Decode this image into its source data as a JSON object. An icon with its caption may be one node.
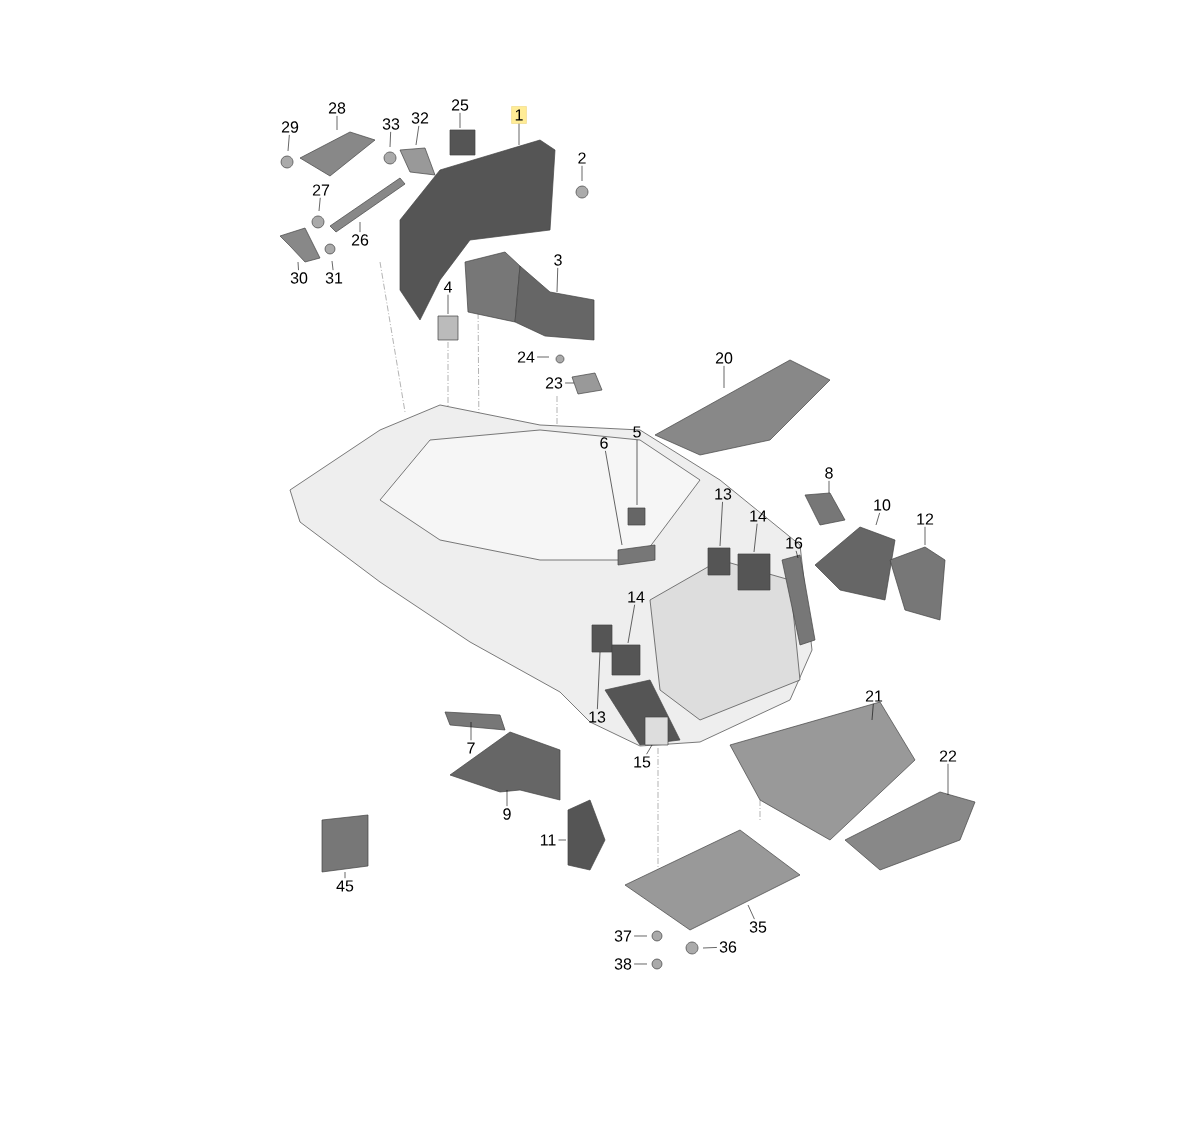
{
  "diagram": {
    "nodes": [
      {
        "text": [
          "1"
        ]
      },
      {
        "text": [
          "2"
        ]
      },
      {
        "text": [
          "3"
        ]
      },
      {
        "text": [
          "4"
        ]
      },
      {
        "text": [
          "5"
        ]
      },
      {
        "text": [
          "6"
        ]
      },
      {
        "text": [
          "7"
        ]
      },
      {
        "text": [
          "8"
        ]
      },
      {
        "text": [
          "9"
        ]
      },
      {
        "text": [
          "10"
        ]
      },
      {
        "text": [
          "11"
        ]
      },
      {
        "text": [
          "12"
        ]
      },
      {
        "text": [
          "13"
        ]
      },
      {
        "text": [
          "13"
        ]
      },
      {
        "text": [
          "14"
        ]
      },
      {
        "text": [
          "14"
        ]
      },
      {
        "text": [
          "15"
        ]
      },
      {
        "text": [
          "16"
        ]
      },
      {
        "text": [
          "20"
        ]
      },
      {
        "text": [
          "21"
        ]
      },
      {
        "text": [
          "22"
        ]
      },
      {
        "text": [
          "23"
        ]
      },
      {
        "text": [
          "24"
        ]
      },
      {
        "text": [
          "25"
        ]
      },
      {
        "text": [
          "26"
        ]
      },
      {
        "text": [
          "27"
        ]
      },
      {
        "text": [
          "28"
        ]
      },
      {
        "text": [
          "29"
        ]
      },
      {
        "text": [
          "30"
        ]
      },
      {
        "text": [
          "31"
        ]
      },
      {
        "text": [
          "32"
        ]
      },
      {
        "text": [
          "33"
        ]
      },
      {
        "text": [
          "35"
        ]
      },
      {
        "text": [
          "36"
        ]
      },
      {
        "text": [
          "37"
        ]
      },
      {
        "text": [
          "38"
        ]
      },
      {
        "text": [
          "45"
        ]
      }
    ],
    "edges": [
      {
        "from": 0,
        "to": null,
        "arrow": "none"
      },
      {
        "from": 1,
        "to": null,
        "arrow": "none"
      },
      {
        "from": 2,
        "to": null,
        "arrow": "none"
      },
      {
        "from": 3,
        "to": null,
        "arrow": "none"
      },
      {
        "from": 4,
        "to": null,
        "arrow": "none"
      },
      {
        "from": 5,
        "to": null,
        "arrow": "none"
      },
      {
        "from": 6,
        "to": null,
        "arrow": "none"
      },
      {
        "from": 7,
        "to": null,
        "arrow": "none"
      },
      {
        "from": 8,
        "to": null,
        "arrow": "none"
      },
      {
        "from": 9,
        "to": null,
        "arrow": "none"
      },
      {
        "from": 10,
        "to": null,
        "arrow": "none"
      },
      {
        "from": 11,
        "to": null,
        "arrow": "none"
      },
      {
        "from": 12,
        "to": null,
        "arrow": "none"
      },
      {
        "from": 13,
        "to": null,
        "arrow": "none"
      },
      {
        "from": 14,
        "to": null,
        "arrow": "none"
      },
      {
        "from": 15,
        "to": null,
        "arrow": "none"
      },
      {
        "from": 16,
        "to": null,
        "arrow": "none"
      },
      {
        "from": 17,
        "to": null,
        "arrow": "none"
      },
      {
        "from": 18,
        "to": null,
        "arrow": "none"
      },
      {
        "from": 19,
        "to": null,
        "arrow": "none"
      },
      {
        "from": 20,
        "to": null,
        "arrow": "none"
      },
      {
        "from": 21,
        "to": null,
        "arrow": "none"
      },
      {
        "from": 22,
        "to": null,
        "arrow": "none"
      },
      {
        "from": 23,
        "to": null,
        "arrow": "none"
      },
      {
        "from": 24,
        "to": null,
        "arrow": "none"
      },
      {
        "from": 25,
        "to": null,
        "arrow": "none"
      },
      {
        "from": 26,
        "to": null,
        "arrow": "none"
      },
      {
        "from": 27,
        "to": null,
        "arrow": "none"
      },
      {
        "from": 28,
        "to": null,
        "arrow": "none"
      },
      {
        "from": 29,
        "to": null,
        "arrow": "none"
      },
      {
        "from": 30,
        "to": null,
        "arrow": "none"
      },
      {
        "from": 31,
        "to": null,
        "arrow": "none"
      },
      {
        "from": 32,
        "to": null,
        "arrow": "none"
      },
      {
        "from": 33,
        "to": null,
        "arrow": "none"
      },
      {
        "from": 34,
        "to": null,
        "arrow": "none"
      },
      {
        "from": 35,
        "to": null,
        "arrow": "none"
      },
      {
        "from": 36,
        "to": null,
        "arrow": "none"
      }
    ]
  }
}
